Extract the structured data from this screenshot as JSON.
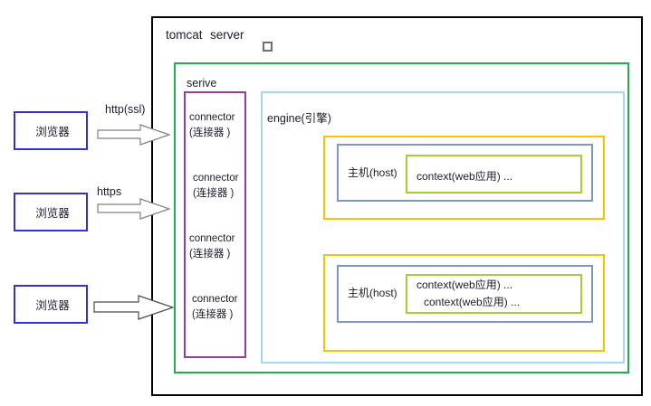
{
  "diagram": {
    "title": "Tomcat server architecture diagram",
    "outer": {
      "tomcat_label": "tomcat",
      "server_label": "server",
      "server_icon": "small-square-icon"
    },
    "serive": {
      "label": "serive",
      "connectors": [
        {
          "en": "connector",
          "zh": "(连接器 )"
        },
        {
          "en": "connector",
          "zh": "(连接器 )"
        },
        {
          "en": "connector",
          "zh": "(连接器 )"
        },
        {
          "en": "connector",
          "zh": "(连接器 )"
        }
      ],
      "engine": {
        "label": "engine(引擎)",
        "hosts": [
          {
            "label": "主机(host)",
            "contexts": [
              "context(web应用) ..."
            ]
          },
          {
            "label": "主机(host)",
            "contexts": [
              "context(web应用) ...",
              "context(web应用) ..."
            ]
          }
        ]
      }
    },
    "clients": [
      {
        "label": "浏览器",
        "protocol": "http(ssl)"
      },
      {
        "label": "浏览器",
        "protocol": "https"
      },
      {
        "label": "浏览器",
        "protocol": ""
      }
    ],
    "colors": {
      "outer_border": "#000000",
      "serive_border": "#1FAF4B",
      "connector_border": "#9B3C9B",
      "engine_border": "#A8D8F0",
      "host_outer_border": "#FFC000",
      "host_inner_border": "#7B97C4",
      "context_border": "#A5CE2E",
      "browser_border": "#3333CC",
      "arrow_stroke": "#808080",
      "text": "#1b1b2f",
      "background": "#ffffff"
    }
  }
}
